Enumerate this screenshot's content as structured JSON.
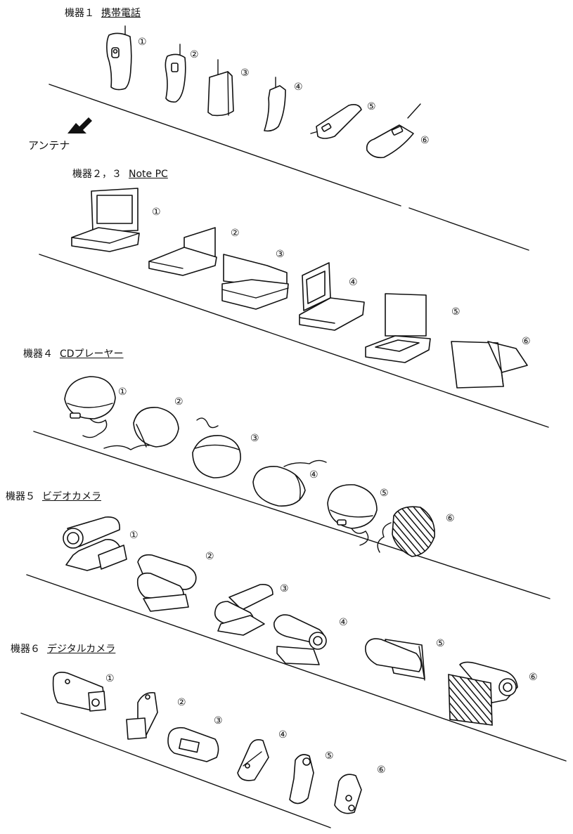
{
  "sections": [
    {
      "id": "phone",
      "device": "機器１",
      "title": "携帯電話",
      "items": [
        "①",
        "②",
        "③",
        "④",
        "⑤",
        "⑥"
      ]
    },
    {
      "id": "pc",
      "device": "機器２，３",
      "title": "Note PC",
      "items": [
        "①",
        "②",
        "③",
        "④",
        "⑤",
        "⑥"
      ]
    },
    {
      "id": "cd",
      "device": "機器４",
      "title": "CDプレーヤー",
      "items": [
        "①",
        "②",
        "③",
        "④",
        "⑤",
        "⑥"
      ]
    },
    {
      "id": "video",
      "device": "機器５",
      "title": "ビデオカメラ",
      "items": [
        "①",
        "②",
        "③",
        "④",
        "⑤",
        "⑥"
      ]
    },
    {
      "id": "camera",
      "device": "機器６",
      "title": "デジタルカメラ",
      "items": [
        "①",
        "②",
        "③",
        "④",
        "⑤",
        "⑥"
      ]
    }
  ],
  "annotations": {
    "antenna": "アンテナ"
  },
  "icons": {
    "antenna_arrow": "arrow-down-left-icon"
  }
}
